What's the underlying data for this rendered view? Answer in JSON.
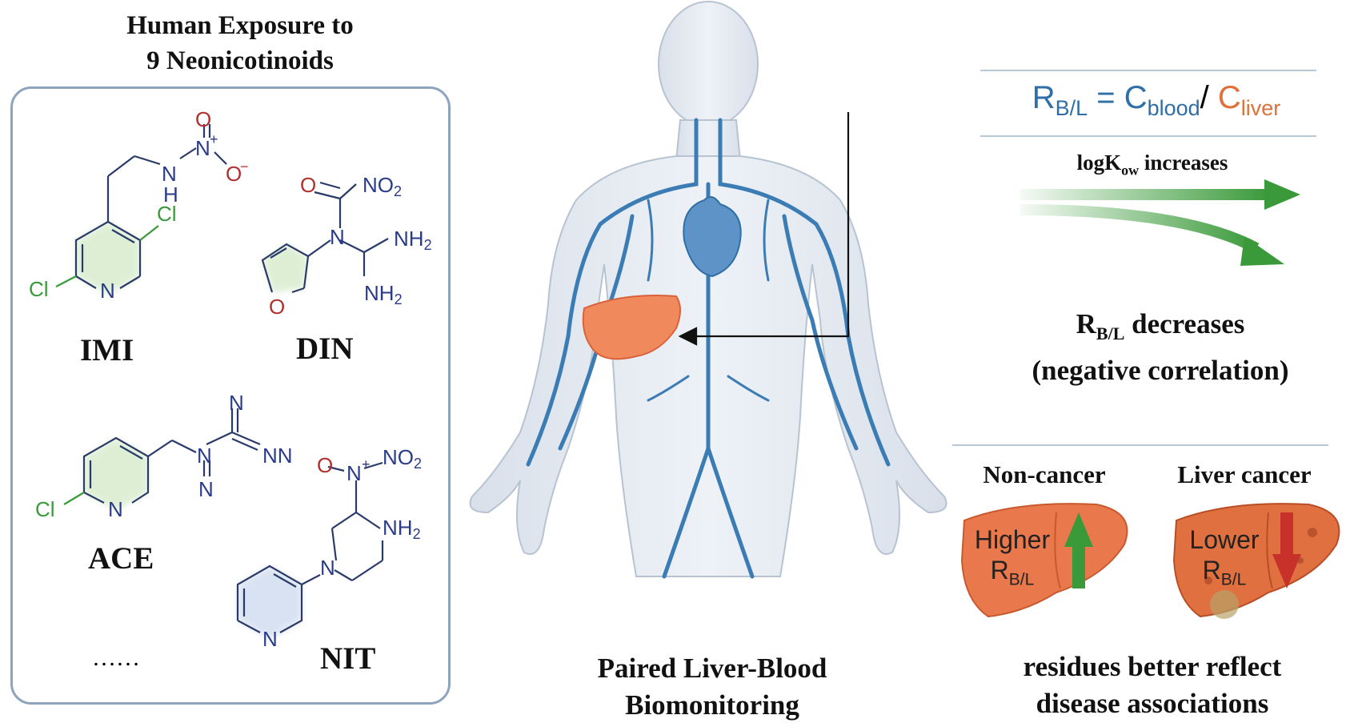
{
  "left": {
    "title_line1": "Human Exposure to",
    "title_line2": "9 Neonicotinoids",
    "molecules": {
      "imi": {
        "name": "IMI",
        "atoms": {
          "o_top": "O",
          "n_plus": "N",
          "plus": "+",
          "o_minus": "O",
          "minus": "−",
          "n_h": "N",
          "h": "H",
          "cl_right": "Cl",
          "cl_left": "Cl",
          "n_ring": "N"
        }
      },
      "din": {
        "name": "DIN",
        "atoms": {
          "o_carbonyl": "O",
          "no2": "NO",
          "no2_sub": "2",
          "n": "N",
          "nh2_right": "NH",
          "nh2_right_sub": "2",
          "nh2_bottom": "NH",
          "nh2_bottom_sub": "2",
          "o_furan": "O"
        }
      },
      "ace": {
        "name": "ACE",
        "atoms": {
          "n_top": "N",
          "n_mid": "N",
          "nn": "NN",
          "n_bottom": "N",
          "cl": "Cl",
          "n_ring": "N"
        }
      },
      "nit": {
        "name": "NIT",
        "atoms": {
          "o": "O",
          "n_plus": "N",
          "plus": "+",
          "no2": "NO",
          "no2_sub": "2",
          "nh2": "NH",
          "nh2_sub": "2",
          "n": "N",
          "n_ring": "N"
        }
      }
    },
    "ellipsis": "……"
  },
  "center": {
    "caption_line1": "Paired Liver-Blood",
    "caption_line2": "Biomonitoring"
  },
  "right": {
    "formula": {
      "r": "R",
      "r_sub": "B/L",
      "eq": " = C",
      "blood_sub": "blood",
      "slash": "/ ",
      "c": "C",
      "liver_sub": "liver"
    },
    "logkow": {
      "pre": "logK",
      "sub": "ow",
      "post": " increases"
    },
    "rbl": {
      "r": "R",
      "sub": "B/L",
      "line1_post": " decreases",
      "line2": "(negative correlation)"
    },
    "non_cancer": {
      "title": "Non-cancer",
      "line1": "Higher",
      "r": "R",
      "sub": "B/L"
    },
    "liver_cancer": {
      "title": "Liver cancer",
      "line1": "Lower",
      "r": "R",
      "sub": "B/L"
    },
    "caption_line1": "residues better reflect",
    "caption_line2": "disease associations"
  },
  "colors": {
    "blue": "#2f6fa8",
    "orange": "#e0703a",
    "green": "#3a9a3a",
    "red": "#c8302a",
    "panel_border": "#8ea3bd"
  }
}
